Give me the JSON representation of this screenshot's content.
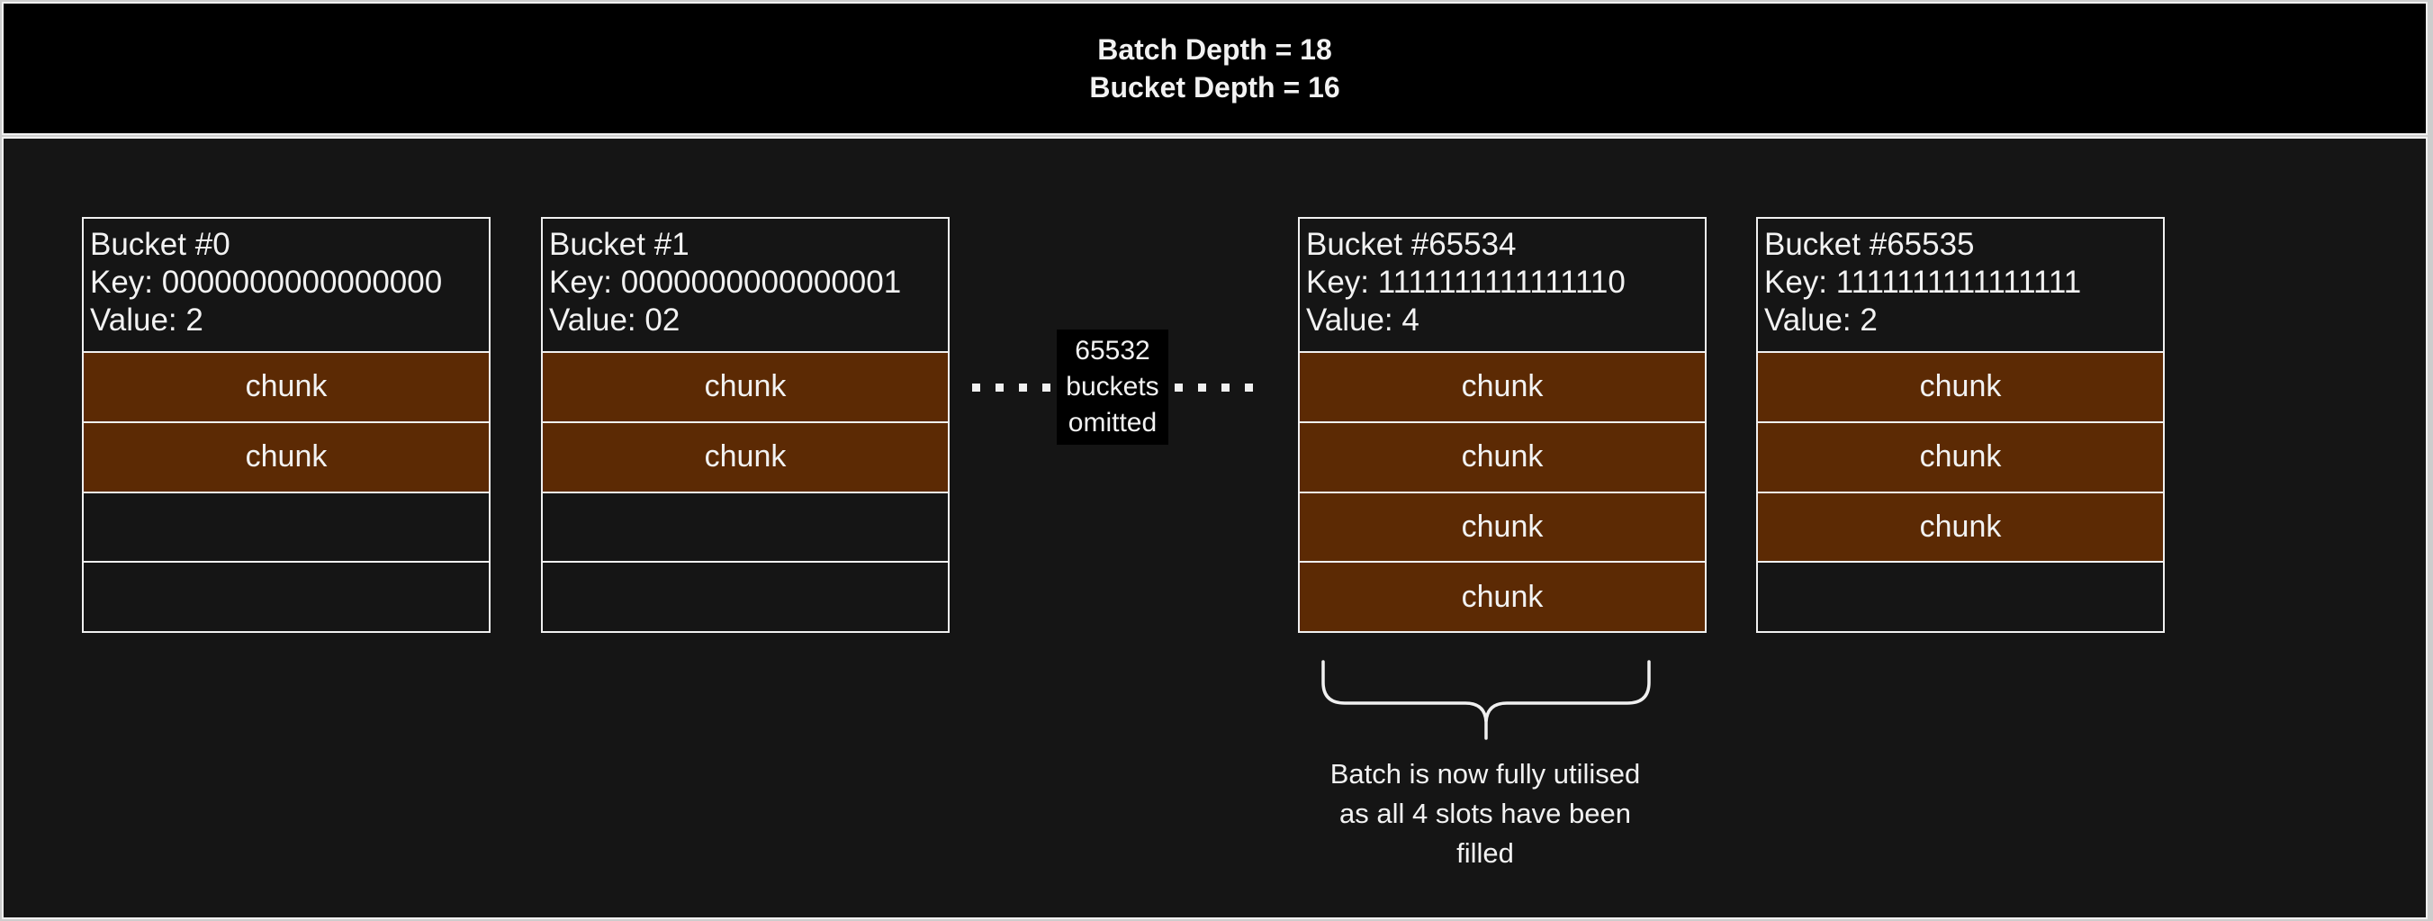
{
  "header": {
    "batch_depth_line": "Batch Depth = 18",
    "bucket_depth_line": "Bucket Depth = 16"
  },
  "buckets": [
    {
      "title": "Bucket #0",
      "key_line": "Key: 0000000000000000",
      "value_line": "Value: 2",
      "slots": [
        {
          "label": "chunk",
          "state": "filled"
        },
        {
          "label": "chunk",
          "state": "filled"
        },
        {
          "label": "",
          "state": "empty"
        },
        {
          "label": "",
          "state": "empty"
        }
      ]
    },
    {
      "title": "Bucket #1",
      "key_line": "Key: 0000000000000001",
      "value_line": "Value: 02",
      "slots": [
        {
          "label": "chunk",
          "state": "filled"
        },
        {
          "label": "chunk",
          "state": "filled"
        },
        {
          "label": "",
          "state": "empty"
        },
        {
          "label": "",
          "state": "empty"
        }
      ]
    },
    {
      "title": "Bucket #65534",
      "key_line": "Key: 1111111111111110",
      "value_line": "Value: 4",
      "slots": [
        {
          "label": "chunk",
          "state": "filled"
        },
        {
          "label": "chunk",
          "state": "filled"
        },
        {
          "label": "chunk",
          "state": "filled"
        },
        {
          "label": "chunk",
          "state": "filled"
        }
      ]
    },
    {
      "title": "Bucket #65535",
      "key_line": "Key: 1111111111111111",
      "value_line": "Value: 2",
      "slots": [
        {
          "label": "chunk",
          "state": "filled"
        },
        {
          "label": "chunk",
          "state": "filled"
        },
        {
          "label": "chunk",
          "state": "filled"
        },
        {
          "label": "",
          "state": "empty"
        }
      ]
    }
  ],
  "omitted_note": {
    "line1": "65532",
    "line2": "buckets",
    "line3": "omitted"
  },
  "annotation": {
    "line1": "Batch is now fully utilised",
    "line2": "as all 4 slots have been",
    "line3": "filled"
  },
  "colors": {
    "header_bg": "#000000",
    "main_bg": "#151515",
    "chunk_fill": "#5c2a04",
    "border": "#f0f0f0",
    "page_frame": "#cdcdcd",
    "text": "#f2f2f2"
  }
}
